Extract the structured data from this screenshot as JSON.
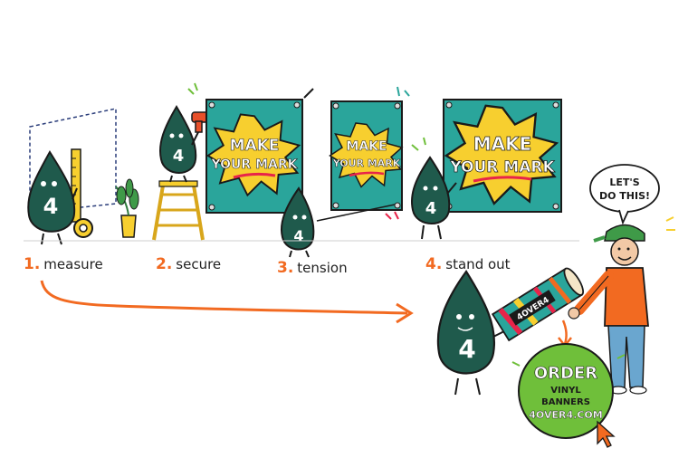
{
  "steps": [
    {
      "num": "1.",
      "label": "measure"
    },
    {
      "num": "2.",
      "label": "secure"
    },
    {
      "num": "3.",
      "label": "tension"
    },
    {
      "num": "4.",
      "label": "stand out"
    }
  ],
  "banner": {
    "line1": "MAKE",
    "line2": "YOUR MARK"
  },
  "mascot_number": "4",
  "roll_brand": "4OVER4",
  "speech_bubble": {
    "line1": "LET'S",
    "line2": "DO THIS!"
  },
  "cta": {
    "line1": "ORDER",
    "line2": "VINYL",
    "line3": "BANNERS",
    "line4": "4OVER4.COM"
  },
  "colors": {
    "teal": "#2aa59b",
    "mascot": "#1f5a4c",
    "orange": "#f26a21",
    "yellow": "#f7cf2f",
    "green": "#6fbf3a",
    "pink": "#e8244a"
  }
}
